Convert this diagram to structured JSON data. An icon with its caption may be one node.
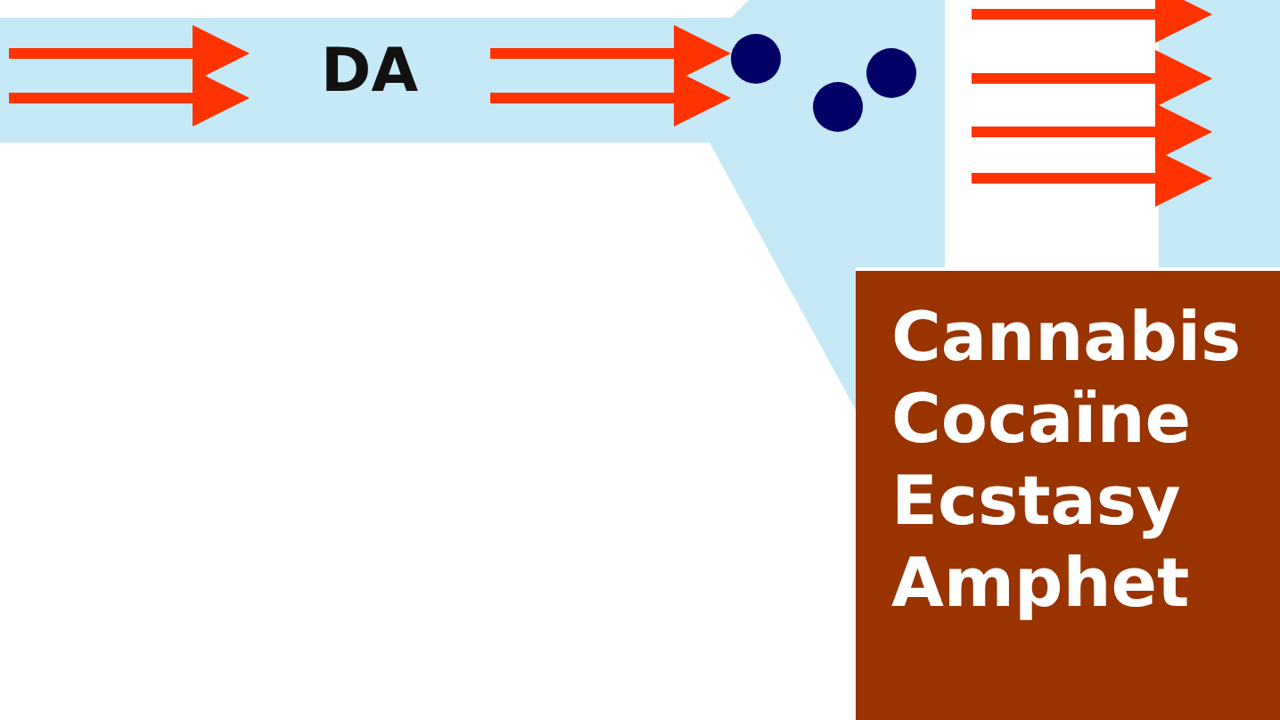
{
  "diagram": {
    "nodes": [
      {
        "text": [
          "Cannabis",
          "Cocaïne",
          "Ecstasy",
          "Amphet"
        ]
      }
    ],
    "edges": [],
    "labels": [
      "DA"
    ]
  }
}
